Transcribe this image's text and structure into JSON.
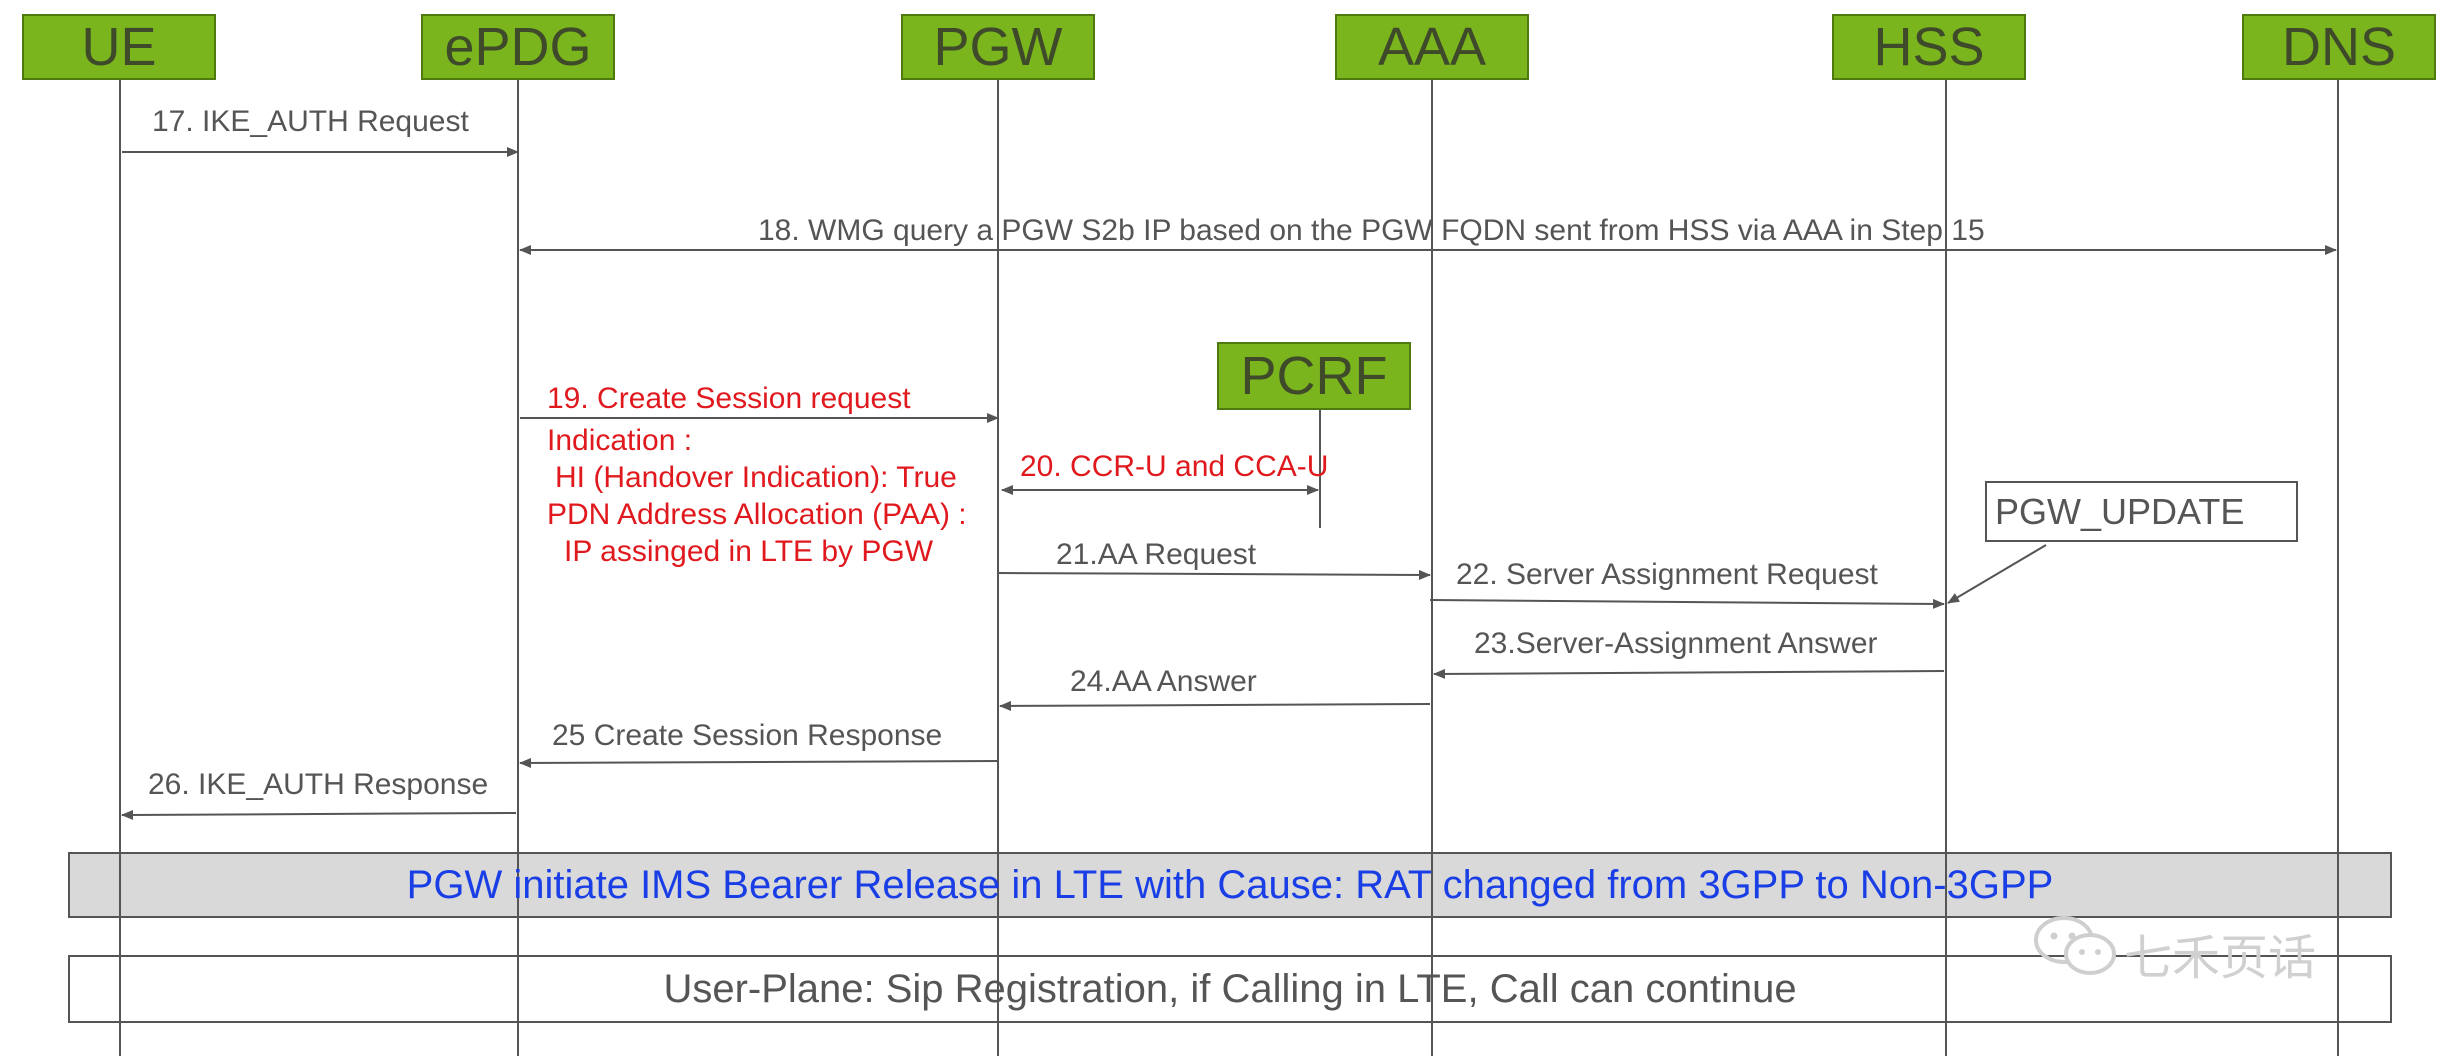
{
  "entities": {
    "ue": "UE",
    "epdg": "ePDG",
    "pgw": "PGW",
    "aaa": "AAA",
    "hss": "HSS",
    "dns": "DNS",
    "pcrf": "PCRF"
  },
  "messages": {
    "m17": "17. IKE_AUTH Request",
    "m18": "18. WMG query a PGW S2b IP based on the PGW FQDN sent from HSS via AAA in Step 15",
    "m19": "19. Create Session request",
    "m19_lines": [
      "Indication :",
      "HI (Handover Indication): True",
      "PDN Address Allocation (PAA) :",
      "IP assinged in LTE by PGW"
    ],
    "m20": "20. CCR-U and CCA-U",
    "m21": "21.AA Request",
    "m22": "22. Server Assignment Request",
    "m23": "23.Server-Assignment Answer",
    "m24": "24.AA Answer",
    "m25": "25 Create Session Response",
    "m26": "26. IKE_AUTH Response"
  },
  "note": "PGW_UPDATE",
  "bands": {
    "release": "PGW initiate IMS Bearer Release in LTE with Cause: RAT changed from 3GPP to Non-3GPP",
    "userplane": "User-Plane: Sip Registration,  if Calling in LTE, Call can continue"
  },
  "watermark": "七禾页话",
  "colors": {
    "entity_fill": "#7ab51d",
    "entity_border": "#4f7a0f",
    "line": "#555555",
    "highlight_text": "#e0191e",
    "release_text": "#1a3ee6",
    "band_fill": "#d9d9d9"
  }
}
